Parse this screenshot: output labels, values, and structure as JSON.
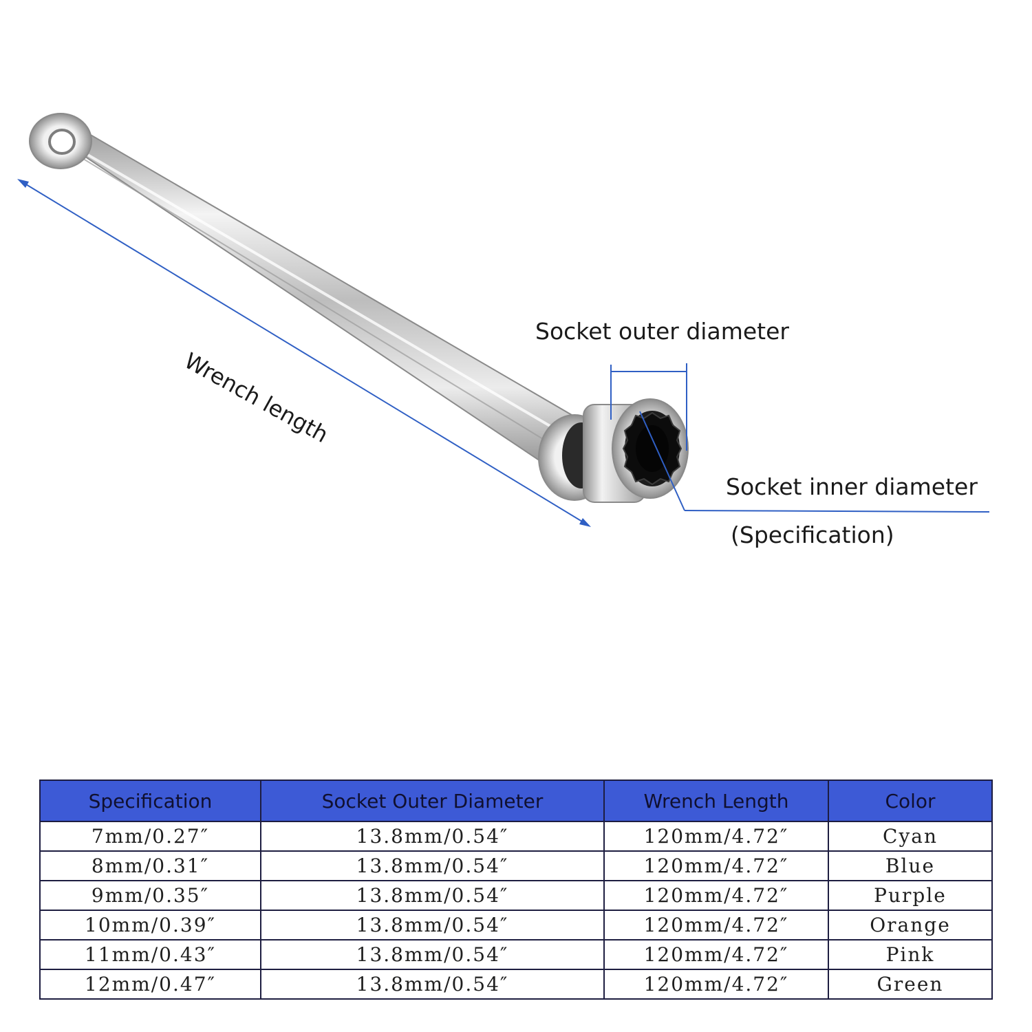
{
  "labels": {
    "wrench_length": "Wrench length",
    "socket_outer_diameter": "Socket outer diameter",
    "socket_inner_diameter": "Socket inner diameter",
    "specification": "(Specification)"
  },
  "table": {
    "headers": [
      "Specification",
      "Socket Outer Diameter",
      "Wrench Length",
      "Color"
    ],
    "rows": [
      [
        "7mm/0.27″",
        "13.8mm/0.54″",
        "120mm/4.72″",
        "Cyan"
      ],
      [
        "8mm/0.31″",
        "13.8mm/0.54″",
        "120mm/4.72″",
        "Blue"
      ],
      [
        "9mm/0.35″",
        "13.8mm/0.54″",
        "120mm/4.72″",
        "Purple"
      ],
      [
        "10mm/0.39″",
        "13.8mm/0.54″",
        "120mm/4.72″",
        "Orange"
      ],
      [
        "11mm/0.43″",
        "13.8mm/0.54″",
        "120mm/4.72″",
        "Pink"
      ],
      [
        "12mm/0.47″",
        "13.8mm/0.54″",
        "120mm/4.72″",
        "Green"
      ]
    ]
  },
  "colors": {
    "header_fill": "#3d5ad6",
    "dimension_line": "#2f5fc4",
    "border": "#1d1d40"
  }
}
